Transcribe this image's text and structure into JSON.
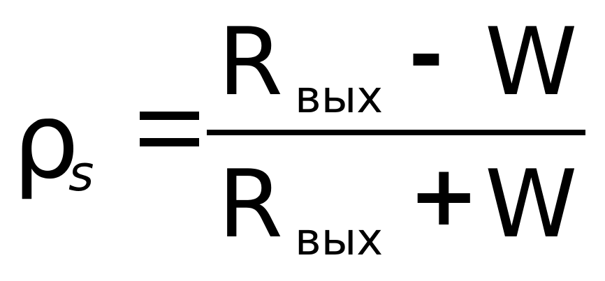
{
  "formula": {
    "lhs": {
      "symbol": "ρ",
      "subscript": "s"
    },
    "relation": "=",
    "numerator": {
      "term1": "R",
      "term1_subscript": "вых",
      "operator": "-",
      "term2": "W"
    },
    "denominator": {
      "term1": "R",
      "term1_subscript": "вых",
      "operator": "+",
      "term2": "W"
    }
  }
}
